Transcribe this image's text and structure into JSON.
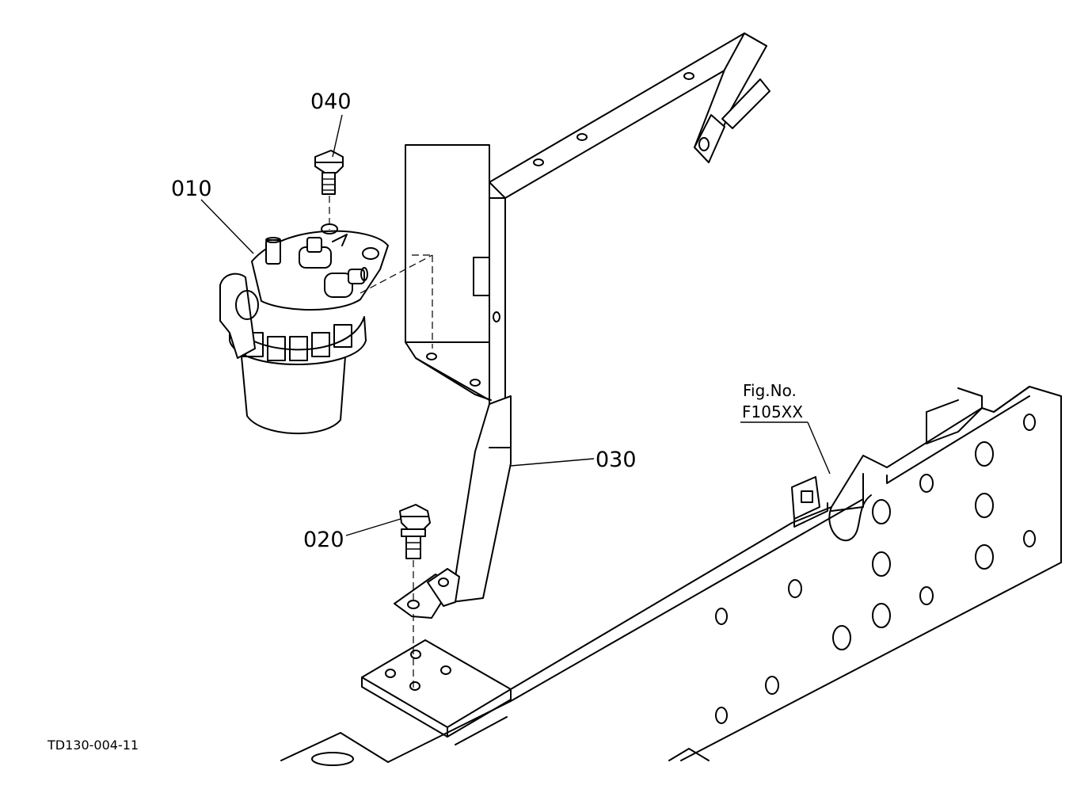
{
  "callouts": {
    "part_010": "010",
    "part_020": "020",
    "part_030": "030",
    "part_040": "040"
  },
  "reference": {
    "fig_label": "Fig.No.",
    "fig_number": "F105XX"
  },
  "drawing_code": "TD130-004-11",
  "colors": {
    "ink": "#000000",
    "paper": "#ffffff"
  }
}
